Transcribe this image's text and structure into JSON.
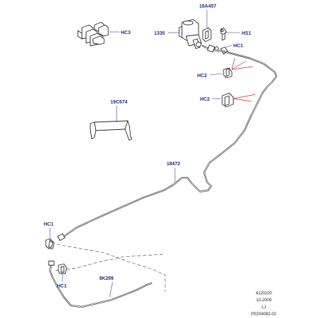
{
  "labels": {
    "l18A457": "18A457",
    "l1335": "1335",
    "hs1": "HS1",
    "hc1_top": "HC1",
    "hc2_a": "HC2",
    "hc2_b": "HC2",
    "hc3": "HC3",
    "l19C674": "19C674",
    "l18472": "18472",
    "hc1_left": "HC1",
    "hc1_bottom": "HC1",
    "l9K299": "9K299"
  },
  "reference": {
    "line1": "4120220",
    "line2": "10-2009",
    "line3": "LJ",
    "line4": "P0204082-02"
  },
  "colors": {
    "callout": "#1f2f7a",
    "highlight_leader": "#d21a1a"
  }
}
